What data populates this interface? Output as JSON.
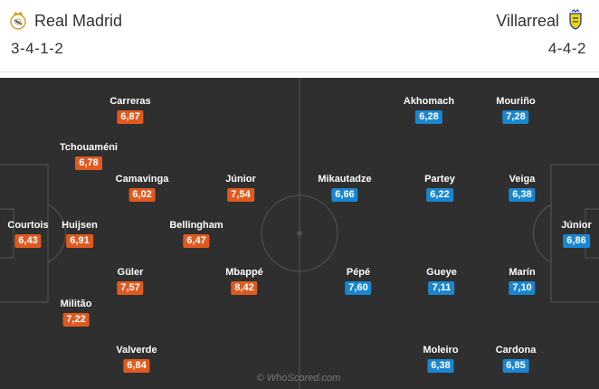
{
  "home": {
    "name": "Real Madrid",
    "formation": "3-4-1-2",
    "crest_icon": "real-madrid-crest-icon",
    "rating_color": "#e05a1f",
    "players": [
      {
        "id": "courtois",
        "name": "Courtois",
        "rating": "6,43"
      },
      {
        "id": "carreras",
        "name": "Carreras",
        "rating": "6,87"
      },
      {
        "id": "tchouameni",
        "name": "Tchouaméni",
        "rating": "6,78"
      },
      {
        "id": "camavinga",
        "name": "Camavinga",
        "rating": "6,02"
      },
      {
        "id": "junior",
        "name": "Júnior",
        "rating": "7,54"
      },
      {
        "id": "huijsen",
        "name": "Huijsen",
        "rating": "6,91"
      },
      {
        "id": "bellingham",
        "name": "Bellingham",
        "rating": "6,47"
      },
      {
        "id": "guler",
        "name": "Güler",
        "rating": "7,57"
      },
      {
        "id": "mbappe",
        "name": "Mbappé",
        "rating": "8,42"
      },
      {
        "id": "militao",
        "name": "Militão",
        "rating": "7,22"
      },
      {
        "id": "valverde",
        "name": "Valverde",
        "rating": "6,84"
      }
    ]
  },
  "away": {
    "name": "Villarreal",
    "formation": "4-4-2",
    "crest_icon": "villarreal-crest-icon",
    "rating_color": "#1a86d0",
    "players": [
      {
        "id": "akhomach",
        "name": "Akhomach",
        "rating": "6,28"
      },
      {
        "id": "mourino",
        "name": "Mouriño",
        "rating": "7,28"
      },
      {
        "id": "mikautadze",
        "name": "Mikautadze",
        "rating": "6,66"
      },
      {
        "id": "partey",
        "name": "Partey",
        "rating": "6,22"
      },
      {
        "id": "veiga",
        "name": "Veiga",
        "rating": "6,38"
      },
      {
        "id": "junior",
        "name": "Júnior",
        "rating": "6,86"
      },
      {
        "id": "pepe",
        "name": "Pépé",
        "rating": "7,60"
      },
      {
        "id": "gueye",
        "name": "Gueye",
        "rating": "7,11"
      },
      {
        "id": "marin",
        "name": "Marín",
        "rating": "7,10"
      },
      {
        "id": "moleiro",
        "name": "Moleiro",
        "rating": "6,38"
      },
      {
        "id": "cardona",
        "name": "Cardona",
        "rating": "6,85"
      }
    ]
  },
  "watermark": "© WhoScored.com",
  "pitch_color": "#2f2f2f"
}
